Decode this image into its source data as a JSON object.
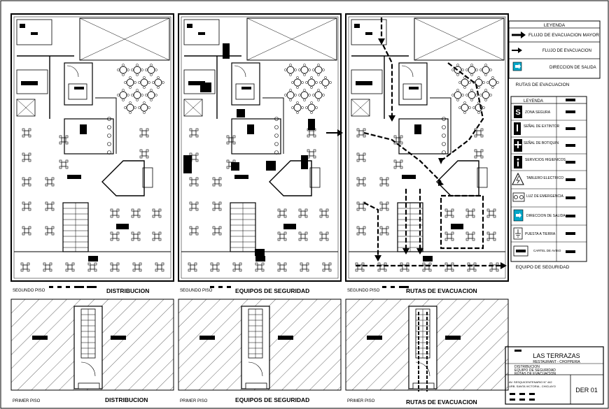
{
  "plans": {
    "upper_floor_label": "SEGUNDO PISO",
    "lower_floor_label": "PRIMER PISO",
    "titles": [
      "DISTRIBUCION",
      "EQUIPOS DE SEGURIDAD",
      "RUTAS DE EVACUACION"
    ]
  },
  "evacuation_legend": {
    "title": "LEYENDA",
    "items": [
      {
        "symbol": "big-arrow-icon",
        "label": "FLUJO DE EVACUACION MAYOR"
      },
      {
        "symbol": "small-arrow-icon",
        "label": "FLUJO DE EVACUACION"
      },
      {
        "symbol": "exit-direction-icon",
        "label": "DIRECCION DE SALIDA"
      }
    ],
    "caption": "RUTAS DE EVACUACION"
  },
  "safety_legend": {
    "title": "LEYENDA",
    "items": [
      {
        "symbol": "safe-zone-icon",
        "label": "ZONA SEGURA"
      },
      {
        "symbol": "extinguisher-sign-icon",
        "label": "SEÑAL DE EXTINTOR"
      },
      {
        "symbol": "first-aid-sign-icon",
        "label": "SEÑAL DE BOTIQUIN"
      },
      {
        "symbol": "restroom-icon",
        "label": "SERVICIOS HIGIENICOS"
      },
      {
        "symbol": "electrical-panel-icon",
        "label": "TABLERO ELECTRICO"
      },
      {
        "symbol": "emergency-light-icon",
        "label": "LUZ DE EMERGENCIA"
      },
      {
        "symbol": "exit-direction-icon",
        "label": "DIRECCION DE SALIDA"
      },
      {
        "symbol": "ground-icon",
        "label": "PUESTA A TIERRA"
      },
      {
        "symbol": "warning-sign-icon",
        "label": "CARTEL DE AVISO"
      }
    ],
    "caption": "EQUIPO DE SEGURIDAD"
  },
  "title_block": {
    "project": "LAS TERRAZAS",
    "subtitle": "RESTAURANT - CHOPPERIA",
    "contents": [
      "DISTRIBUCION",
      "EQUIPO DE SEGURIDAD",
      "RUTAS DE EVACUACION"
    ],
    "address_line1": "AV. SESQUICENTENARIO N° 442",
    "address_line2": "URB. SANTA VICTORIA - CHICLAYO",
    "sheet_code": "DER 01"
  },
  "colors": {
    "ink": "#000000",
    "accent": "#00a6c8",
    "paper": "#ffffff"
  }
}
